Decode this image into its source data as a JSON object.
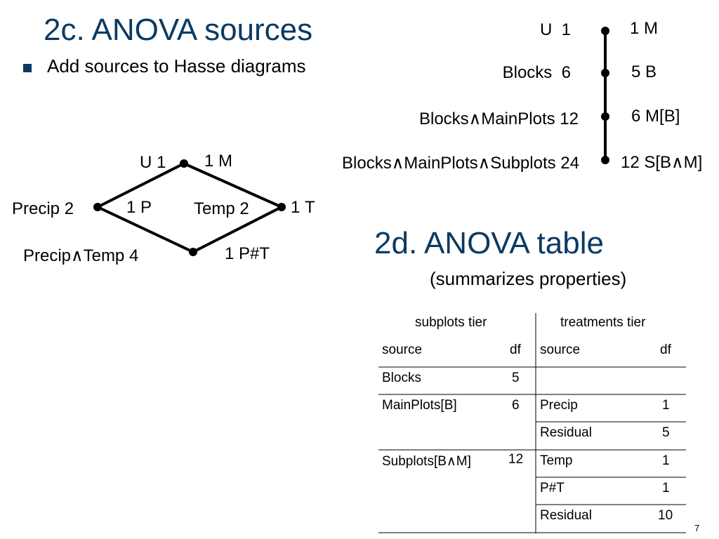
{
  "slide": {
    "title_2c": "2c. ANOVA sources",
    "bullet": "Add sources to Hasse diagrams",
    "title_2d": "2d. ANOVA table",
    "subtitle_2d": "(summarizes properties)",
    "page_number": "7"
  },
  "diagram_left": {
    "left_labels": [
      {
        "name": "U",
        "df": "1"
      },
      {
        "name": "Precip",
        "df": "2"
      },
      {
        "name": "Temp",
        "df": "2"
      },
      {
        "name": "Precip∧Temp",
        "df": "4"
      }
    ],
    "right_labels": [
      {
        "df": "1",
        "source": "M"
      },
      {
        "df": "1",
        "source": "P"
      },
      {
        "df": "1",
        "source": "T"
      },
      {
        "df": "1",
        "source": "P#T"
      }
    ]
  },
  "diagram_right": {
    "left_labels": [
      {
        "name": "U",
        "df": "1"
      },
      {
        "name": "Blocks",
        "df": "6"
      },
      {
        "name": "Blocks∧MainPlots",
        "df": "12"
      },
      {
        "name": "Blocks∧MainPlots∧Subplots",
        "df": "24"
      }
    ],
    "right_labels": [
      {
        "df": "1",
        "source": "M"
      },
      {
        "df": "5",
        "source": "B"
      },
      {
        "df": "6",
        "source": "M[B]"
      },
      {
        "df": "12",
        "source": "S[B∧M]"
      }
    ]
  },
  "anova_table": {
    "tier_headers": [
      "subplots tier",
      "treatments tier"
    ],
    "column_headers": [
      "source",
      "df",
      "source",
      "df"
    ],
    "rows": [
      [
        "Blocks",
        "5",
        "",
        ""
      ],
      [
        "MainPlots[B]",
        "6",
        "Precip",
        "1"
      ],
      [
        "",
        "",
        "Residual",
        "5"
      ],
      [
        "Subplots[B∧M]",
        "12",
        "Temp",
        "1"
      ],
      [
        "",
        "",
        "P#T",
        "1"
      ],
      [
        "",
        "",
        "Residual",
        "10"
      ]
    ]
  }
}
